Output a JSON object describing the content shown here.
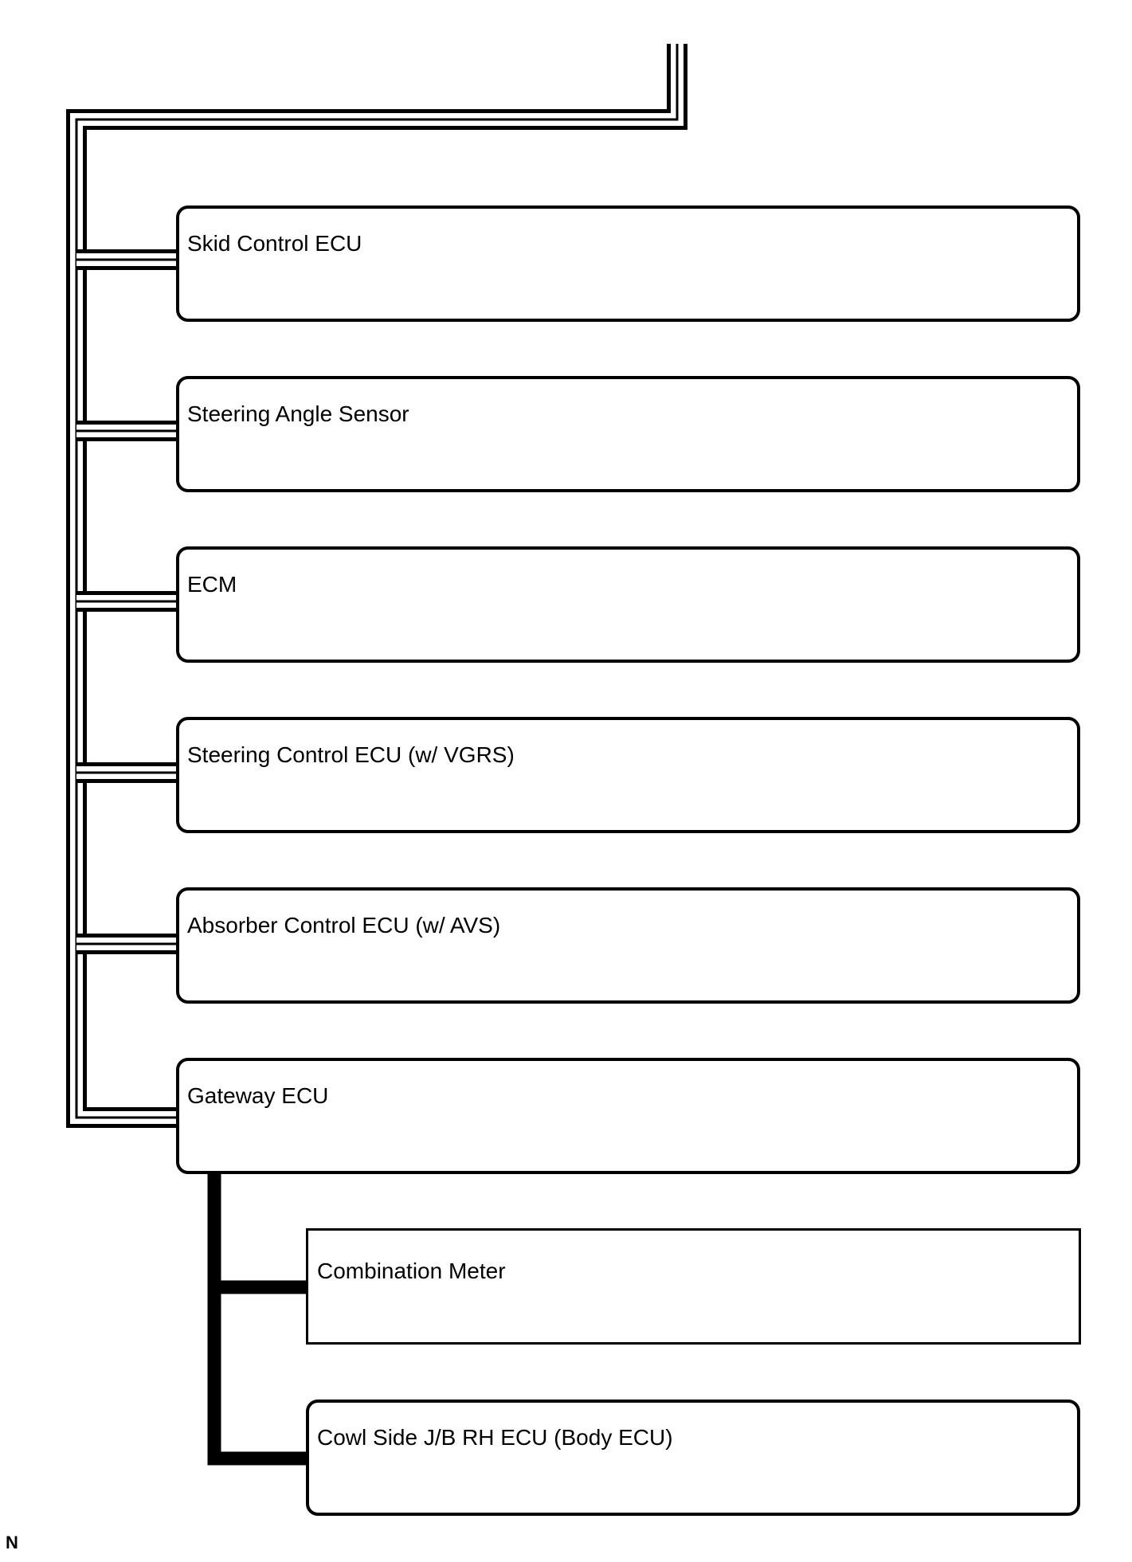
{
  "diagram": {
    "nodes": [
      {
        "id": "skid",
        "label": "Skid Control ECU"
      },
      {
        "id": "steer-angle",
        "label": "Steering Angle Sensor"
      },
      {
        "id": "ecm",
        "label": "ECM"
      },
      {
        "id": "steer-ctrl",
        "label": "Steering Control ECU (w/ VGRS)"
      },
      {
        "id": "absorber",
        "label": "Absorber Control ECU (w/ AVS)"
      },
      {
        "id": "gateway",
        "label": "Gateway ECU"
      },
      {
        "id": "meter",
        "label": "Combination Meter"
      },
      {
        "id": "body",
        "label": "Cowl Side J/B RH ECU (Body ECU)"
      }
    ],
    "corner_mark": "N"
  }
}
